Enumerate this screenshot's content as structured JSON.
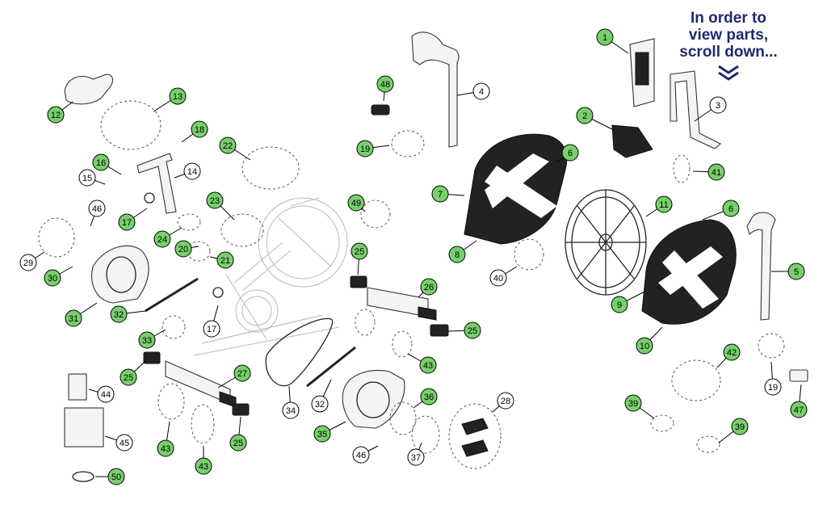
{
  "hint": {
    "lines": [
      "In order to",
      "view parts,",
      "scroll down..."
    ],
    "color": "#1f2a6b"
  },
  "colors": {
    "highlight": "#77d06b",
    "plain": "#ffffff",
    "ink": "#000000"
  },
  "callouts": [
    {
      "n": "1",
      "h": true
    },
    {
      "n": "2",
      "h": true
    },
    {
      "n": "3",
      "h": false
    },
    {
      "n": "4",
      "h": false
    },
    {
      "n": "5",
      "h": true
    },
    {
      "n": "6",
      "h": true
    },
    {
      "n": "6",
      "h": true
    },
    {
      "n": "7",
      "h": true
    },
    {
      "n": "8",
      "h": true
    },
    {
      "n": "9",
      "h": true
    },
    {
      "n": "10",
      "h": true
    },
    {
      "n": "11",
      "h": true
    },
    {
      "n": "12",
      "h": true
    },
    {
      "n": "13",
      "h": true
    },
    {
      "n": "14",
      "h": false
    },
    {
      "n": "15",
      "h": false
    },
    {
      "n": "16",
      "h": true
    },
    {
      "n": "17",
      "h": true
    },
    {
      "n": "17",
      "h": false
    },
    {
      "n": "18",
      "h": true
    },
    {
      "n": "19",
      "h": true
    },
    {
      "n": "19",
      "h": false
    },
    {
      "n": "20",
      "h": true
    },
    {
      "n": "21",
      "h": true
    },
    {
      "n": "22",
      "h": true
    },
    {
      "n": "23",
      "h": true
    },
    {
      "n": "24",
      "h": true
    },
    {
      "n": "25",
      "h": true
    },
    {
      "n": "25",
      "h": true
    },
    {
      "n": "25",
      "h": true
    },
    {
      "n": "25",
      "h": true
    },
    {
      "n": "26",
      "h": true
    },
    {
      "n": "27",
      "h": true
    },
    {
      "n": "28",
      "h": false
    },
    {
      "n": "29",
      "h": false
    },
    {
      "n": "30",
      "h": true
    },
    {
      "n": "31",
      "h": true
    },
    {
      "n": "32",
      "h": true
    },
    {
      "n": "32",
      "h": false
    },
    {
      "n": "33",
      "h": true
    },
    {
      "n": "34",
      "h": false
    },
    {
      "n": "35",
      "h": true
    },
    {
      "n": "36",
      "h": true
    },
    {
      "n": "37",
      "h": false
    },
    {
      "n": "39",
      "h": true
    },
    {
      "n": "39",
      "h": true
    },
    {
      "n": "40",
      "h": false
    },
    {
      "n": "41",
      "h": true
    },
    {
      "n": "42",
      "h": true
    },
    {
      "n": "43",
      "h": true
    },
    {
      "n": "43",
      "h": true
    },
    {
      "n": "43",
      "h": true
    },
    {
      "n": "44",
      "h": false
    },
    {
      "n": "45",
      "h": false
    },
    {
      "n": "46",
      "h": false
    },
    {
      "n": "46",
      "h": false
    },
    {
      "n": "47",
      "h": true
    },
    {
      "n": "48",
      "h": true
    },
    {
      "n": "49",
      "h": true
    },
    {
      "n": "50",
      "h": true
    }
  ]
}
